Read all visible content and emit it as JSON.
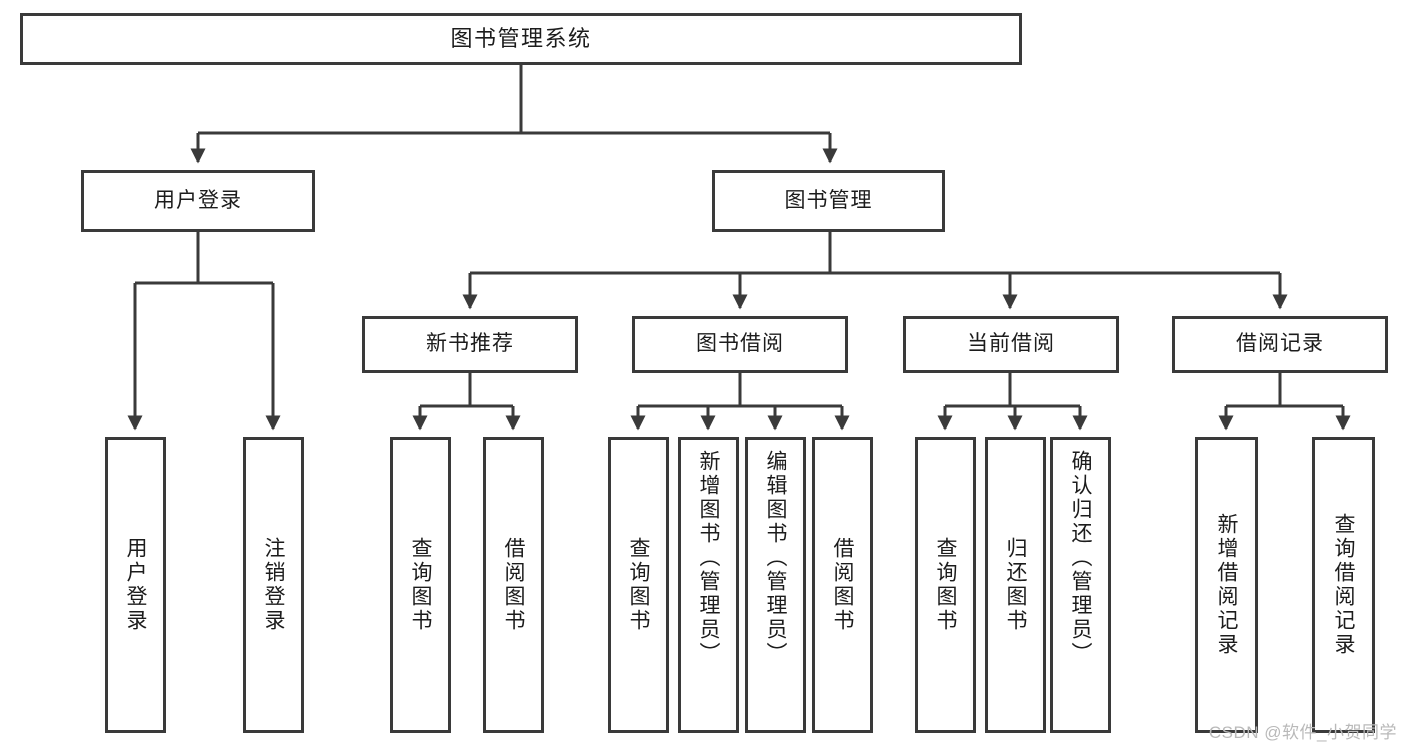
{
  "diagram": {
    "title": "图书管理系统",
    "type": "functional-structure-tree",
    "colors": {
      "box_border": "#3a3a3a",
      "box_fill": "#ffffff",
      "edge": "#3a3a3a",
      "text": "#1c1c1c",
      "watermark": "#b9b9b9",
      "background": "#ffffff"
    },
    "root": {
      "label": "图书管理系统"
    },
    "level2": [
      {
        "label": "用户登录"
      },
      {
        "label": "图书管理"
      }
    ],
    "level3": [
      {
        "label": "新书推荐"
      },
      {
        "label": "图书借阅"
      },
      {
        "label": "当前借阅"
      },
      {
        "label": "借阅记录"
      }
    ],
    "leaves": {
      "user_login": [
        {
          "label": "用户登录"
        },
        {
          "label": "注销登录"
        }
      ],
      "new_book_recommend": [
        {
          "label": "查询图书"
        },
        {
          "label": "借阅图书"
        }
      ],
      "book_borrow": [
        {
          "label": "查询图书"
        },
        {
          "label": "新增图书（管理员）"
        },
        {
          "label": "编辑图书（管理员）"
        },
        {
          "label": "借阅图书"
        }
      ],
      "current_borrow": [
        {
          "label": "查询图书"
        },
        {
          "label": "归还图书"
        },
        {
          "label": "确认归还（管理员）"
        }
      ],
      "borrow_record": [
        {
          "label": "新增借阅记录"
        },
        {
          "label": "查询借阅记录"
        }
      ]
    },
    "watermark": "CSDN @软件_小贺同学"
  }
}
